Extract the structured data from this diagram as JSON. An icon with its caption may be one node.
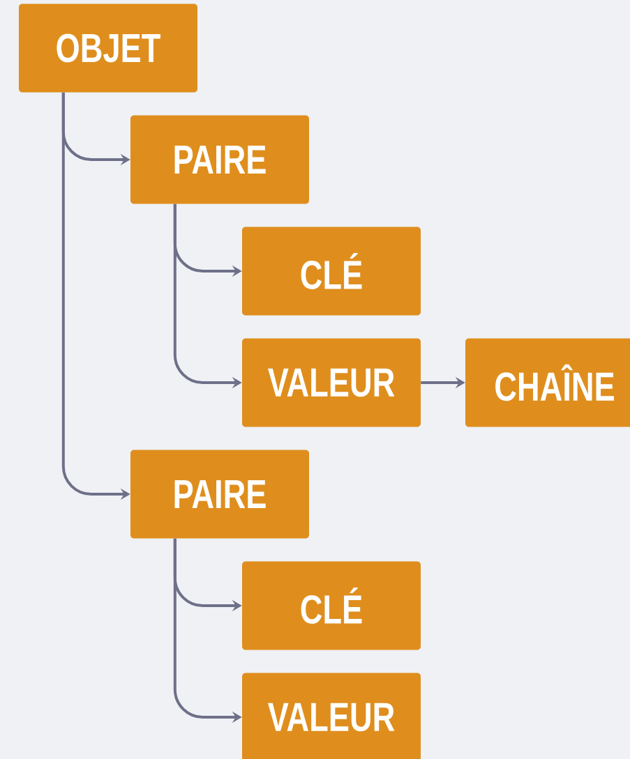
{
  "diagram": {
    "nodes": [
      {
        "text": [
          "OBJET"
        ]
      },
      {
        "text": [
          "PAIRE"
        ]
      },
      {
        "text": [
          "CLÉ"
        ]
      },
      {
        "text": [
          "VALEUR"
        ]
      },
      {
        "text": [
          "CHAÎNE"
        ]
      },
      {
        "text": [
          "PAIRE"
        ]
      },
      {
        "text": [
          "CLÉ"
        ]
      },
      {
        "text": [
          "VALEUR"
        ]
      }
    ],
    "edges": [
      {
        "from": 0,
        "to": 1,
        "arrow": "to"
      },
      {
        "from": 1,
        "to": 2,
        "arrow": "to"
      },
      {
        "from": 1,
        "to": 3,
        "arrow": "to"
      },
      {
        "from": 3,
        "to": 4,
        "arrow": "to"
      },
      {
        "from": 0,
        "to": 5,
        "arrow": "to"
      },
      {
        "from": 5,
        "to": 6,
        "arrow": "to"
      },
      {
        "from": 5,
        "to": 7,
        "arrow": "to"
      }
    ]
  }
}
